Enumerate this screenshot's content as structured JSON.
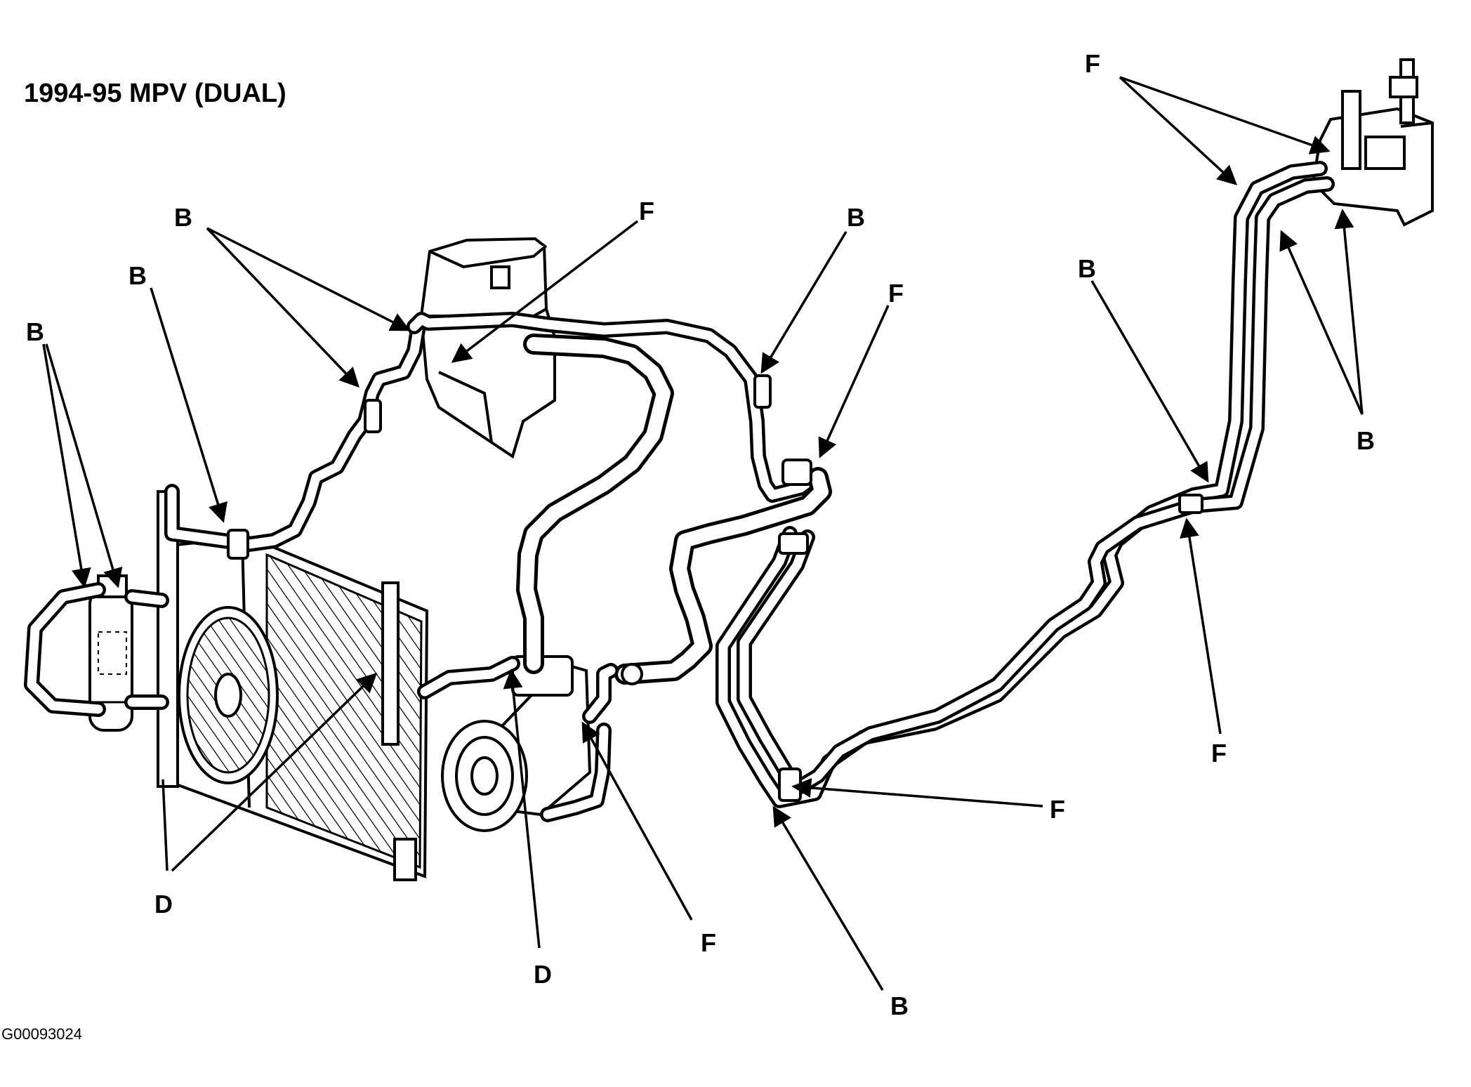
{
  "title": "1994-95 MPV (DUAL)",
  "figure_code": "G00093024",
  "callouts": [
    {
      "id": "b1",
      "letter": "B"
    },
    {
      "id": "b2",
      "letter": "B"
    },
    {
      "id": "b3",
      "letter": "B"
    },
    {
      "id": "f1",
      "letter": "F"
    },
    {
      "id": "b4",
      "letter": "B"
    },
    {
      "id": "f2",
      "letter": "F"
    },
    {
      "id": "f3",
      "letter": "F"
    },
    {
      "id": "b5",
      "letter": "B"
    },
    {
      "id": "b6",
      "letter": "B"
    },
    {
      "id": "f4",
      "letter": "F"
    },
    {
      "id": "f5",
      "letter": "F"
    },
    {
      "id": "b7",
      "letter": "B"
    },
    {
      "id": "d1",
      "letter": "D"
    },
    {
      "id": "d2",
      "letter": "D"
    },
    {
      "id": "f6",
      "letter": "F"
    }
  ]
}
